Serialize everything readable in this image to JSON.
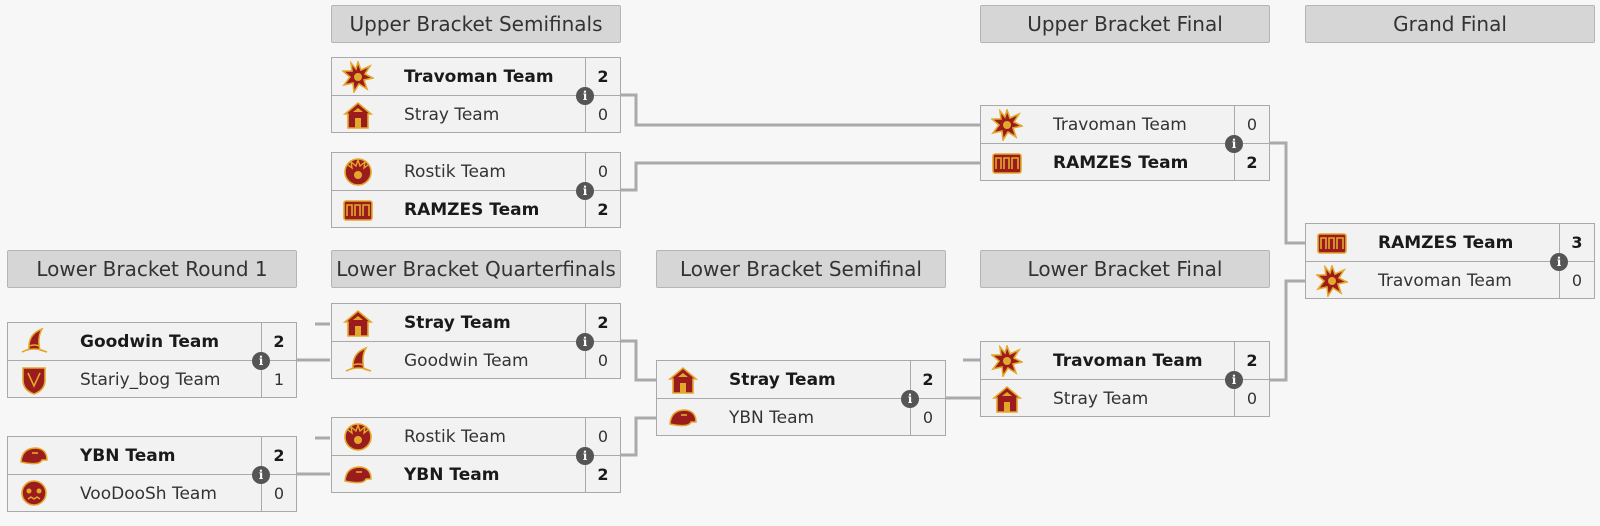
{
  "headers": {
    "ubs": "Upper Bracket Semifinals",
    "ubf": "Upper Bracket Final",
    "gf": "Grand Final",
    "lbr1": "Lower Bracket Round 1",
    "lbq": "Lower Bracket Quarterfinals",
    "lbs": "Lower Bracket Semifinal",
    "lbf": "Lower Bracket Final"
  },
  "info_glyph": "i",
  "matches": {
    "ubs1": {
      "top": {
        "team": "Travoman Team",
        "score": "2",
        "logo": "travoman-logo-icon"
      },
      "bot": {
        "team": "Stray Team",
        "score": "0",
        "logo": "stray-logo-icon"
      }
    },
    "ubs2": {
      "top": {
        "team": "Rostik Team",
        "score": "0",
        "logo": "rostik-logo-icon"
      },
      "bot": {
        "team": "RAMZES Team",
        "score": "2",
        "logo": "ramzes-logo-icon"
      }
    },
    "ubf": {
      "top": {
        "team": "Travoman Team",
        "score": "0",
        "logo": "travoman-logo-icon"
      },
      "bot": {
        "team": "RAMZES Team",
        "score": "2",
        "logo": "ramzes-logo-icon"
      }
    },
    "gf": {
      "top": {
        "team": "RAMZES Team",
        "score": "3",
        "logo": "ramzes-logo-icon"
      },
      "bot": {
        "team": "Travoman Team",
        "score": "0",
        "logo": "travoman-logo-icon"
      }
    },
    "lbr1a": {
      "top": {
        "team": "Goodwin Team",
        "score": "2",
        "logo": "goodwin-logo-icon"
      },
      "bot": {
        "team": "Stariy_bog Team",
        "score": "1",
        "logo": "stariy-bog-logo-icon"
      }
    },
    "lbr1b": {
      "top": {
        "team": "YBN Team",
        "score": "2",
        "logo": "ybn-logo-icon"
      },
      "bot": {
        "team": "VooDooSh Team",
        "score": "0",
        "logo": "voodoosh-logo-icon"
      }
    },
    "lbq1": {
      "top": {
        "team": "Stray Team",
        "score": "2",
        "logo": "stray-logo-icon"
      },
      "bot": {
        "team": "Goodwin Team",
        "score": "0",
        "logo": "goodwin-logo-icon"
      }
    },
    "lbq2": {
      "top": {
        "team": "Rostik Team",
        "score": "0",
        "logo": "rostik-logo-icon"
      },
      "bot": {
        "team": "YBN Team",
        "score": "2",
        "logo": "ybn-logo-icon"
      }
    },
    "lbs": {
      "top": {
        "team": "Stray Team",
        "score": "2",
        "logo": "stray-logo-icon"
      },
      "bot": {
        "team": "YBN Team",
        "score": "0",
        "logo": "ybn-logo-icon"
      }
    },
    "lbf": {
      "top": {
        "team": "Travoman Team",
        "score": "2",
        "logo": "travoman-logo-icon"
      },
      "bot": {
        "team": "Stray Team",
        "score": "0",
        "logo": "stray-logo-icon"
      }
    }
  },
  "colors": {
    "logo_red": "#9b1c1c",
    "logo_gold": "#e3a82b",
    "line": "#aaaaaa"
  }
}
